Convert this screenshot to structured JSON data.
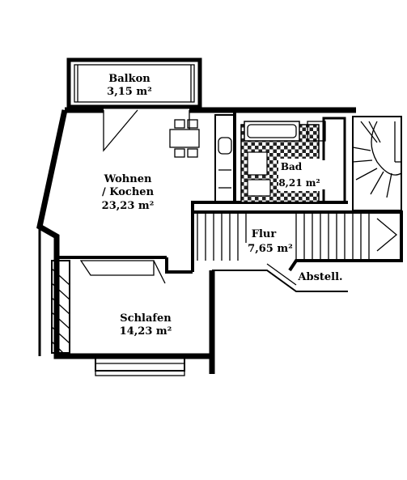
{
  "rooms": {
    "balkon": {
      "name": "Balkon",
      "area": "3,15 m²"
    },
    "wohnen": {
      "name_line1": "Wohnen",
      "name_line2": "/ Kochen",
      "area": "23,23 m²"
    },
    "bad": {
      "name": "Bad",
      "area": "8,21 m²"
    },
    "flur": {
      "name": "Flur",
      "area": "7,65 m²"
    },
    "schlafen": {
      "name": "Schlafen",
      "area": "14,23 m²"
    },
    "abstell": {
      "name": "Abstell."
    }
  }
}
